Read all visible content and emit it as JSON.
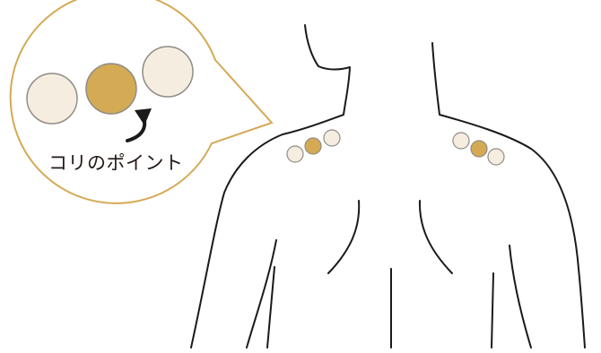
{
  "callout": {
    "label": "コリのポイント"
  },
  "colors": {
    "callout_border": "#D4AA55",
    "point_active": "#D4AA55",
    "point_inactive": "#F5EEE0",
    "point_stroke": "#8F8C86",
    "arrow": "#1A1A1A",
    "outline": "#1A1A1A"
  },
  "points": {
    "left_shoulder": [
      "inactive",
      "active",
      "inactive"
    ],
    "right_shoulder": [
      "inactive",
      "active",
      "inactive"
    ],
    "callout": [
      "inactive",
      "active",
      "inactive"
    ]
  },
  "icons": {
    "arrow": "curved-arrow-up-icon"
  }
}
